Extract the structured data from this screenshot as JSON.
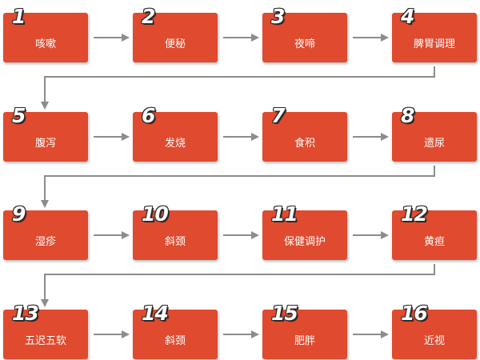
{
  "colors": {
    "box_fill": "#e04a2e",
    "box_text": "#ffffff",
    "number_outline": "#2a2a2a",
    "arrow": "#8c8c8c"
  },
  "steps": [
    {
      "number": "1",
      "label": "咳嗽"
    },
    {
      "number": "2",
      "label": "便秘"
    },
    {
      "number": "3",
      "label": "夜啼"
    },
    {
      "number": "4",
      "label": "脾胃调理"
    },
    {
      "number": "5",
      "label": "腹泻"
    },
    {
      "number": "6",
      "label": "发烧"
    },
    {
      "number": "7",
      "label": "食积"
    },
    {
      "number": "8",
      "label": "遗尿"
    },
    {
      "number": "9",
      "label": "湿疹"
    },
    {
      "number": "10",
      "label": "斜颈"
    },
    {
      "number": "11",
      "label": "保健调护"
    },
    {
      "number": "12",
      "label": "黄疸"
    },
    {
      "number": "13",
      "label": "五迟五软"
    },
    {
      "number": "14",
      "label": "斜颈"
    },
    {
      "number": "15",
      "label": "肥胖"
    },
    {
      "number": "16",
      "label": "近视"
    }
  ]
}
